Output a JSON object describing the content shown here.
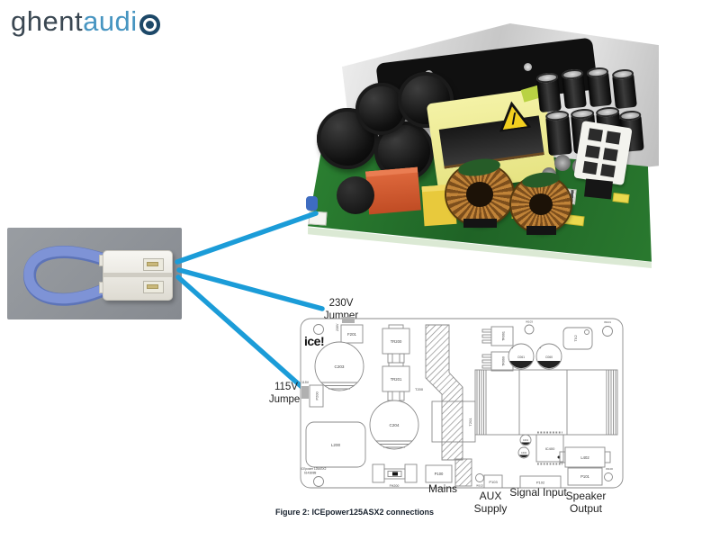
{
  "brand": {
    "part1": "ghent",
    "part2": "audi",
    "o_icon": "bullseye-o-icon"
  },
  "annotations": {
    "v230": {
      "volt": "230V",
      "word": "Jumper"
    },
    "v115": {
      "volt": "115V",
      "word": "Jumper"
    }
  },
  "caption": "Figure 2: ICEpower125ASX2 connections",
  "diagram": {
    "logo": "ice!",
    "board_id_line1": "ICEpower 125ASX2",
    "board_id_line2": "61438/88",
    "ports": {
      "mains": "Mains",
      "aux": "AUX Supply",
      "signal": "Signal Input",
      "speaker": "Speaker Output"
    },
    "components": {
      "v230": "230V",
      "f201": "F201",
      "c203": "C203",
      "v115": "115V",
      "p200": "P200",
      "tr200": "TR200",
      "tr201": "TR201",
      "t200": "T200",
      "t201": "T201",
      "c204": "C204",
      "l200": "L200",
      "fh200": "FH200",
      "p100": "P100",
      "w102": "W102",
      "p103": "P103",
      "p102": "P102",
      "p101": "P101",
      "w100": "W100",
      "l402": "L402",
      "ic400": "IC400",
      "c401": "C401",
      "c402": "C402",
      "tr061": "TR061",
      "tr060": "TR060",
      "w103": "W103",
      "c061": "C061",
      "c060": "C060",
      "tx2": "TX2",
      "w101": "W101"
    }
  },
  "colors": {
    "connector_line": "#1b9cd8",
    "brand_dark": "#3a4752",
    "brand_blue": "#4795c1",
    "pcb_green": "#2e8032"
  }
}
